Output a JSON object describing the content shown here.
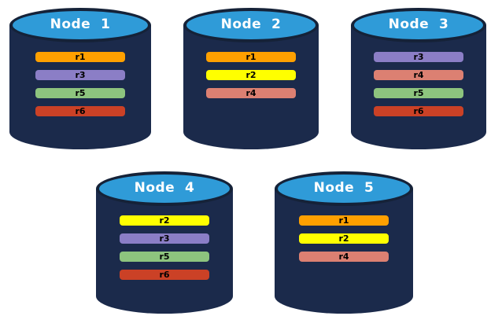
{
  "colors": {
    "background": "#ffffff",
    "cylinder_body": "#1b2a4b",
    "cylinder_top": "#2f9bd8",
    "cylinder_outline": "#152238",
    "title_text": "#ffffff",
    "bar_text": "#000000",
    "replica_palette": {
      "r1": "#ffa000",
      "r2": "#ffff00",
      "r3": "#8b7ec6",
      "r4": "#dc8072",
      "r5": "#8dc47e",
      "r6": "#cb4126"
    }
  },
  "nodes": [
    {
      "title": "Node  1",
      "replicas": [
        {
          "label": "r1",
          "color": "#ffa000"
        },
        {
          "label": "r3",
          "color": "#8b7ec6"
        },
        {
          "label": "r5",
          "color": "#8dc47e"
        },
        {
          "label": "r6",
          "color": "#cb4126"
        }
      ]
    },
    {
      "title": "Node  2",
      "replicas": [
        {
          "label": "r1",
          "color": "#ffa000"
        },
        {
          "label": "r2",
          "color": "#ffff00"
        },
        {
          "label": "r4",
          "color": "#dc8072"
        }
      ]
    },
    {
      "title": "Node  3",
      "replicas": [
        {
          "label": "r3",
          "color": "#8b7ec6"
        },
        {
          "label": "r4",
          "color": "#dc8072"
        },
        {
          "label": "r5",
          "color": "#8dc47e"
        },
        {
          "label": "r6",
          "color": "#cb4126"
        }
      ]
    },
    {
      "title": "Node  4",
      "replicas": [
        {
          "label": "r2",
          "color": "#ffff00"
        },
        {
          "label": "r3",
          "color": "#8b7ec6"
        },
        {
          "label": "r5",
          "color": "#8dc47e"
        },
        {
          "label": "r6",
          "color": "#cb4126"
        }
      ]
    },
    {
      "title": "Node  5",
      "replicas": [
        {
          "label": "r1",
          "color": "#ffa000"
        },
        {
          "label": "r2",
          "color": "#ffff00"
        },
        {
          "label": "r4",
          "color": "#dc8072"
        }
      ]
    }
  ]
}
